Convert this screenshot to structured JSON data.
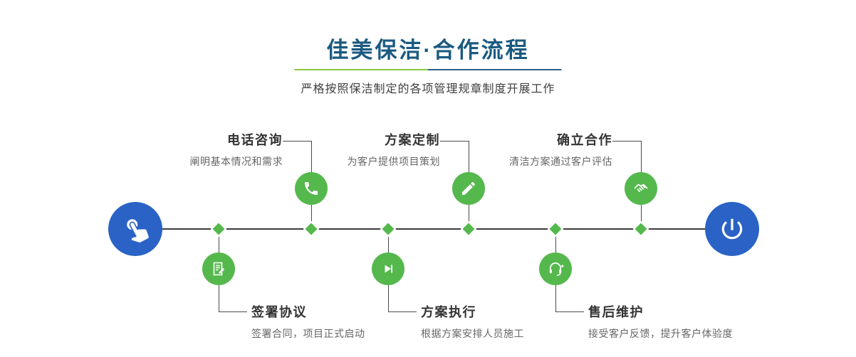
{
  "header": {
    "title": "佳美保洁·合作流程",
    "subtitle": "严格按照保洁制定的各项管理规章制度开展工作"
  },
  "flow": {
    "start_icon": "hand-pointer-icon",
    "end_icon": "power-icon",
    "top_steps": [
      {
        "label": "电话咨询",
        "desc": "阐明基本情况和需求",
        "icon": "phone-icon"
      },
      {
        "label": "方案定制",
        "desc": "为客户提供项目策划",
        "icon": "pencil-design-icon"
      },
      {
        "label": "确立合作",
        "desc": "清洁方案通过客户评估",
        "icon": "handshake-icon"
      }
    ],
    "bottom_steps": [
      {
        "label": "签署协议",
        "desc": "签署合同，项目正式启动",
        "icon": "document-sign-icon"
      },
      {
        "label": "方案执行",
        "desc": "根据方案安排人员施工",
        "icon": "play-execute-icon"
      },
      {
        "label": "售后维护",
        "desc": "接受客户反馈，提升客户体验度",
        "icon": "headset-support-icon"
      }
    ]
  },
  "colors": {
    "title_blue": "#1b5a80",
    "accent_green": "#55b84d",
    "accent_blue": "#2a63c5",
    "divider_green": "#8cc63f",
    "divider_blue": "#2c5f8a",
    "line_dark": "#3c3c3c"
  }
}
